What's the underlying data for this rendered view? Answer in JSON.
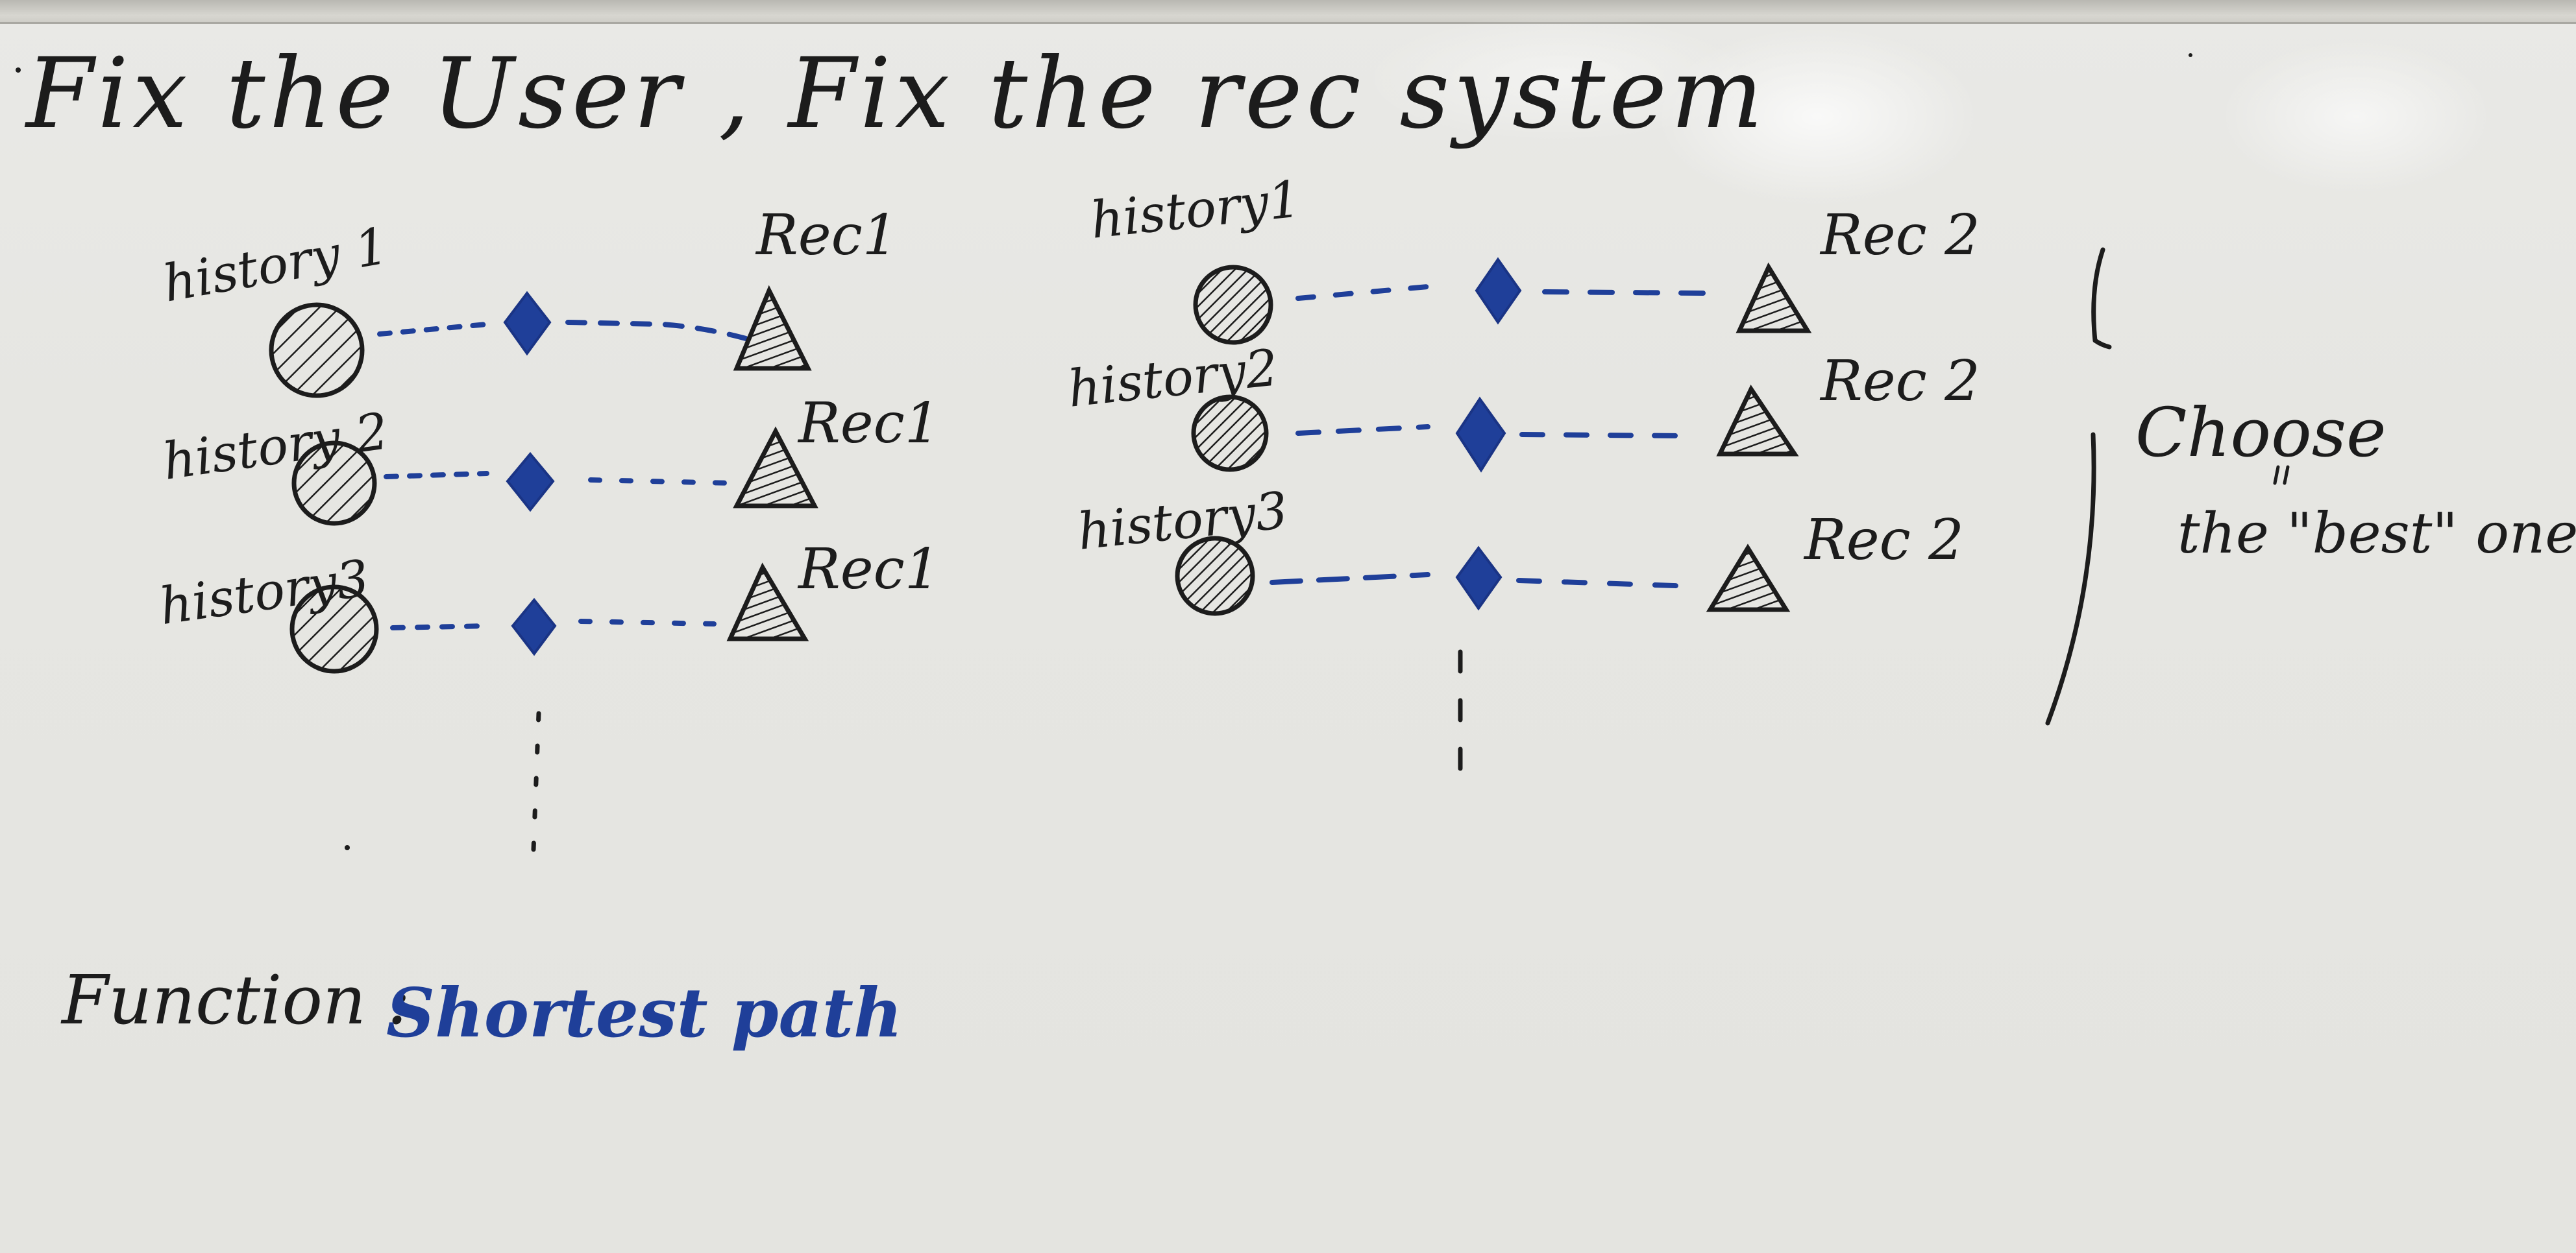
{
  "title": "Fix the User , Fix the rec system",
  "left_group": {
    "rows": [
      {
        "history_label": "history 1",
        "rec_label": "Rec1"
      },
      {
        "history_label": "history 2",
        "rec_label": "Rec1"
      },
      {
        "history_label": "history3",
        "rec_label": "Rec1"
      }
    ]
  },
  "right_group": {
    "rows": [
      {
        "history_label": "history1",
        "rec_label": "Rec 2"
      },
      {
        "history_label": "history2",
        "rec_label": "Rec 2"
      },
      {
        "history_label": "history3",
        "rec_label": "Rec 2"
      }
    ]
  },
  "choose_text": {
    "line1": "Choose",
    "line2": "the \"best\" one"
  },
  "function_label": "Function :",
  "function_value": "Shortest path",
  "colors": {
    "ink_black": "#1c1c1c",
    "ink_blue": "#1f3f99"
  }
}
